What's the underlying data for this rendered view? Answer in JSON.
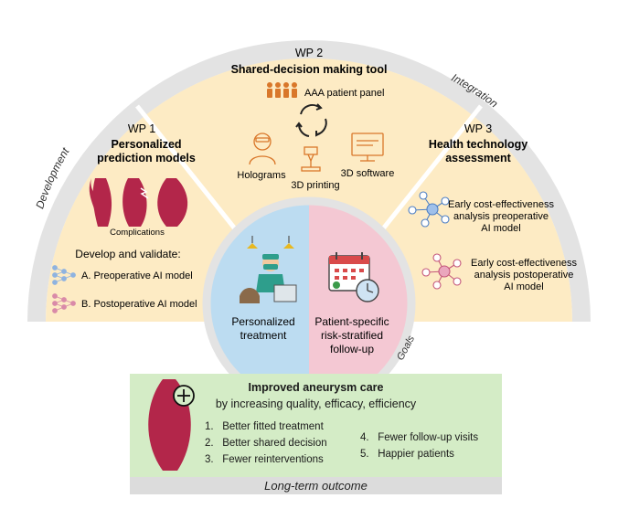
{
  "arcs": {
    "development": "Development",
    "integration": "Integration",
    "goals": "Goals"
  },
  "wp1": {
    "label": "WP 1",
    "title_line1": "Personalized",
    "title_line2": "prediction models",
    "complications": "Complications",
    "develop": "Develop and validate:",
    "model_a": "A. Preoperative AI model",
    "model_b": "B. Postoperative AI model"
  },
  "wp2": {
    "label": "WP 2",
    "title": "Shared-decision making tool",
    "panel": "AAA patient panel",
    "holograms": "Holograms",
    "software": "3D software",
    "printing": "3D printing"
  },
  "wp3": {
    "label": "WP 3",
    "title_line1": "Health technology",
    "title_line2": "assessment",
    "pre_line1": "Early cost-effectiveness",
    "pre_line2": "analysis preoperative",
    "pre_line3": "AI model",
    "post_line1": "Early cost-effectiveness",
    "post_line2": "analysis postoperative",
    "post_line3": "AI model"
  },
  "center": {
    "left_line1": "Personalized",
    "left_line2": "treatment",
    "right_line1": "Patient-specific",
    "right_line2": "risk-stratified",
    "right_line3": "follow-up"
  },
  "outcome": {
    "title": "Improved aneurysm care",
    "subtitle": "by increasing quality, efficacy, efficiency",
    "items": [
      "Better fitted treatment",
      "Better shared decision",
      "Fewer reinterventions",
      "Fewer follow-up visits",
      "Happier patients"
    ],
    "numbers": [
      "1.",
      "2.",
      "3.",
      "4.",
      "5."
    ],
    "footer": "Long-term outcome"
  },
  "colors": {
    "sector_fill": "#fdebc4",
    "outer_ring": "#e3e3e3",
    "center_left": "#bcdcf1",
    "center_right": "#f4c8d3",
    "aneurysm": "#b3264a",
    "outcome_green": "#d4ecc6",
    "icon_blue": "#4d7fc4",
    "icon_pink": "#c4567a",
    "panel_orange": "#d9772a"
  }
}
